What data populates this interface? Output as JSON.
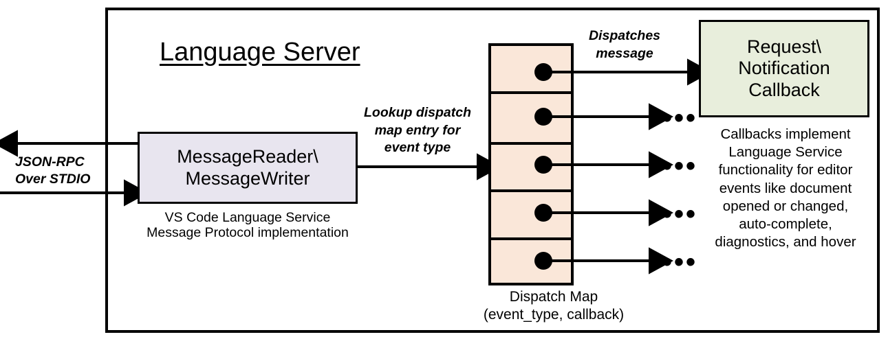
{
  "diagram": {
    "title": "Language Server",
    "outer_border_color": "#000000",
    "background": "#ffffff"
  },
  "io": {
    "label": "JSON-RPC\nOver STDIO",
    "outbound_arrow": "arrow-left-out",
    "inbound_arrow": "arrow-right-in"
  },
  "message_component": {
    "title": "MessageReader\\\nMessageWriter",
    "caption": "VS Code Language Service\nMessage Protocol implementation",
    "fill": "#e8e5ef",
    "stroke": "#000000"
  },
  "lookup": {
    "label": "Lookup dispatch\nmap entry for\nevent type"
  },
  "dispatch_map": {
    "caption": "Dispatch Map\n(event_type, callback)",
    "fill": "#fae7d9",
    "stroke": "#000000",
    "row_count": 5,
    "rows": [
      {
        "target": "callback-box",
        "ellipsis": ""
      },
      {
        "target": "ellipsis",
        "ellipsis": "•••"
      },
      {
        "target": "ellipsis",
        "ellipsis": "•••"
      },
      {
        "target": "ellipsis",
        "ellipsis": "•••"
      },
      {
        "target": "ellipsis",
        "ellipsis": "•••"
      }
    ]
  },
  "dispatch": {
    "label": "Dispatches\nmessage"
  },
  "callback": {
    "title": "Request\\\nNotification\nCallback",
    "caption": "Callbacks implement\nLanguage Service\nfunctionality for editor\nevents like document\nopened or changed,\nauto-complete,\ndiagnostics, and hover",
    "fill": "#e8eedc",
    "stroke": "#000000"
  }
}
